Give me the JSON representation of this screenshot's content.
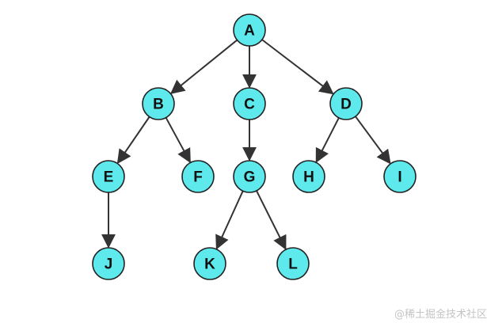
{
  "diagram": {
    "node_fill": "#5ee9ed",
    "node_stroke": "#222222",
    "edge_color": "#333333",
    "nodes": [
      {
        "id": "A",
        "label": "A"
      },
      {
        "id": "B",
        "label": "B"
      },
      {
        "id": "C",
        "label": "C"
      },
      {
        "id": "D",
        "label": "D"
      },
      {
        "id": "E",
        "label": "E"
      },
      {
        "id": "F",
        "label": "F"
      },
      {
        "id": "G",
        "label": "G"
      },
      {
        "id": "H",
        "label": "H"
      },
      {
        "id": "I",
        "label": "I"
      },
      {
        "id": "J",
        "label": "J"
      },
      {
        "id": "K",
        "label": "K"
      },
      {
        "id": "L",
        "label": "L"
      }
    ],
    "edges": [
      {
        "from": "A",
        "to": "B"
      },
      {
        "from": "A",
        "to": "C"
      },
      {
        "from": "A",
        "to": "D"
      },
      {
        "from": "B",
        "to": "E"
      },
      {
        "from": "B",
        "to": "F"
      },
      {
        "from": "C",
        "to": "G"
      },
      {
        "from": "D",
        "to": "H"
      },
      {
        "from": "D",
        "to": "I"
      },
      {
        "from": "E",
        "to": "J"
      },
      {
        "from": "G",
        "to": "K"
      },
      {
        "from": "G",
        "to": "L"
      }
    ]
  },
  "watermark": {
    "text": "@稀土掘金技术社区"
  }
}
